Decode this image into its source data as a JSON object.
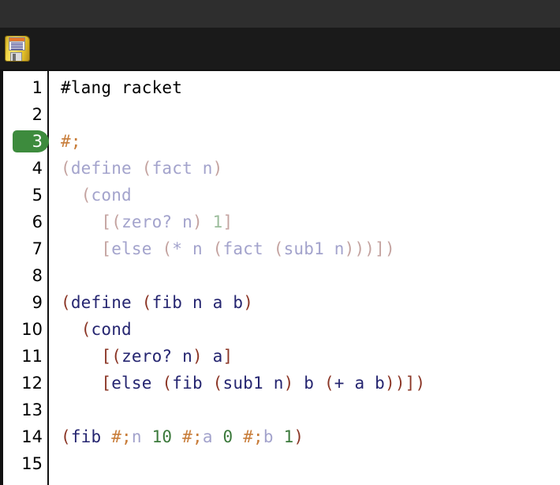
{
  "window": {
    "titlebar_color": "#2e2e2e",
    "toolbar_color": "#1a1a1a"
  },
  "toolbar": {
    "save_icon_name": "floppy-disk-save-icon",
    "save_icon_title": "Save"
  },
  "editor": {
    "language": "racket",
    "background": "#ffffff",
    "active_line": 3,
    "active_line_badge_color": "#3d8b3d",
    "gutter_divider_color": "#111111",
    "colors": {
      "plain": "#000000",
      "paren": "#8b3626",
      "identifier": "#252570",
      "number": "#3c7a3c",
      "comment_marker": "#c87d3a",
      "commented_paren": "#c4a3a0",
      "commented_identifier": "#a3a3cc",
      "commented_number": "#9cbd9c"
    },
    "lines": [
      {
        "number": "1",
        "text": "#lang racket",
        "tokens": [
          {
            "t": "#lang racket",
            "c": "plain"
          }
        ]
      },
      {
        "number": "2",
        "text": "",
        "tokens": []
      },
      {
        "number": "3",
        "text": "#;",
        "tokens": [
          {
            "t": "#;",
            "c": "comment_marker"
          }
        ]
      },
      {
        "number": "4",
        "text": "(define (fact n)",
        "tokens": [
          {
            "t": "(",
            "c": "commented_paren"
          },
          {
            "t": "define",
            "c": "commented_identifier"
          },
          {
            "t": " ",
            "c": "commented_identifier"
          },
          {
            "t": "(",
            "c": "commented_paren"
          },
          {
            "t": "fact n",
            "c": "commented_identifier"
          },
          {
            "t": ")",
            "c": "commented_paren"
          }
        ]
      },
      {
        "number": "5",
        "text": "  (cond",
        "tokens": [
          {
            "t": "  ",
            "c": "commented_identifier"
          },
          {
            "t": "(",
            "c": "commented_paren"
          },
          {
            "t": "cond",
            "c": "commented_identifier"
          }
        ]
      },
      {
        "number": "6",
        "text": "    [(zero? n) 1]",
        "tokens": [
          {
            "t": "    ",
            "c": "commented_identifier"
          },
          {
            "t": "[(",
            "c": "commented_paren"
          },
          {
            "t": "zero? n",
            "c": "commented_identifier"
          },
          {
            "t": ")",
            "c": "commented_paren"
          },
          {
            "t": " ",
            "c": "commented_identifier"
          },
          {
            "t": "1",
            "c": "commented_number"
          },
          {
            "t": "]",
            "c": "commented_paren"
          }
        ]
      },
      {
        "number": "7",
        "text": "    [else (* n (fact (sub1 n)))])",
        "tokens": [
          {
            "t": "    ",
            "c": "commented_identifier"
          },
          {
            "t": "[",
            "c": "commented_paren"
          },
          {
            "t": "else",
            "c": "commented_identifier"
          },
          {
            "t": " ",
            "c": "commented_identifier"
          },
          {
            "t": "(",
            "c": "commented_paren"
          },
          {
            "t": "* n",
            "c": "commented_identifier"
          },
          {
            "t": " ",
            "c": "commented_identifier"
          },
          {
            "t": "(",
            "c": "commented_paren"
          },
          {
            "t": "fact",
            "c": "commented_identifier"
          },
          {
            "t": " ",
            "c": "commented_identifier"
          },
          {
            "t": "(",
            "c": "commented_paren"
          },
          {
            "t": "sub1 n",
            "c": "commented_identifier"
          },
          {
            "t": ")))])",
            "c": "commented_paren"
          }
        ]
      },
      {
        "number": "8",
        "text": "",
        "tokens": []
      },
      {
        "number": "9",
        "text": "(define (fib n a b)",
        "tokens": [
          {
            "t": "(",
            "c": "paren"
          },
          {
            "t": "define",
            "c": "identifier"
          },
          {
            "t": " ",
            "c": "identifier"
          },
          {
            "t": "(",
            "c": "paren"
          },
          {
            "t": "fib n a b",
            "c": "identifier"
          },
          {
            "t": ")",
            "c": "paren"
          }
        ]
      },
      {
        "number": "10",
        "text": "  (cond",
        "tokens": [
          {
            "t": "  ",
            "c": "identifier"
          },
          {
            "t": "(",
            "c": "paren"
          },
          {
            "t": "cond",
            "c": "identifier"
          }
        ]
      },
      {
        "number": "11",
        "text": "    [(zero? n) a]",
        "tokens": [
          {
            "t": "    ",
            "c": "identifier"
          },
          {
            "t": "[(",
            "c": "paren"
          },
          {
            "t": "zero? n",
            "c": "identifier"
          },
          {
            "t": ")",
            "c": "paren"
          },
          {
            "t": " ",
            "c": "identifier"
          },
          {
            "t": "a",
            "c": "identifier"
          },
          {
            "t": "]",
            "c": "paren"
          }
        ]
      },
      {
        "number": "12",
        "text": "    [else (fib (sub1 n) b (+ a b))])",
        "tokens": [
          {
            "t": "    ",
            "c": "identifier"
          },
          {
            "t": "[",
            "c": "paren"
          },
          {
            "t": "else",
            "c": "identifier"
          },
          {
            "t": " ",
            "c": "identifier"
          },
          {
            "t": "(",
            "c": "paren"
          },
          {
            "t": "fib",
            "c": "identifier"
          },
          {
            "t": " ",
            "c": "identifier"
          },
          {
            "t": "(",
            "c": "paren"
          },
          {
            "t": "sub1 n",
            "c": "identifier"
          },
          {
            "t": ")",
            "c": "paren"
          },
          {
            "t": " b ",
            "c": "identifier"
          },
          {
            "t": "(",
            "c": "paren"
          },
          {
            "t": "+ a b",
            "c": "identifier"
          },
          {
            "t": "))])",
            "c": "paren"
          }
        ]
      },
      {
        "number": "13",
        "text": "",
        "tokens": []
      },
      {
        "number": "14",
        "text": "(fib #;n 10 #;a 0 #;b 1)",
        "tokens": [
          {
            "t": "(",
            "c": "paren"
          },
          {
            "t": "fib",
            "c": "identifier"
          },
          {
            "t": " ",
            "c": "identifier"
          },
          {
            "t": "#;",
            "c": "comment_marker"
          },
          {
            "t": "n",
            "c": "commented_identifier"
          },
          {
            "t": " ",
            "c": "identifier"
          },
          {
            "t": "10",
            "c": "number"
          },
          {
            "t": " ",
            "c": "identifier"
          },
          {
            "t": "#;",
            "c": "comment_marker"
          },
          {
            "t": "a",
            "c": "commented_identifier"
          },
          {
            "t": " ",
            "c": "identifier"
          },
          {
            "t": "0",
            "c": "number"
          },
          {
            "t": " ",
            "c": "identifier"
          },
          {
            "t": "#;",
            "c": "comment_marker"
          },
          {
            "t": "b",
            "c": "commented_identifier"
          },
          {
            "t": " ",
            "c": "identifier"
          },
          {
            "t": "1",
            "c": "number"
          },
          {
            "t": ")",
            "c": "paren"
          }
        ]
      },
      {
        "number": "15",
        "text": "",
        "tokens": []
      }
    ]
  }
}
